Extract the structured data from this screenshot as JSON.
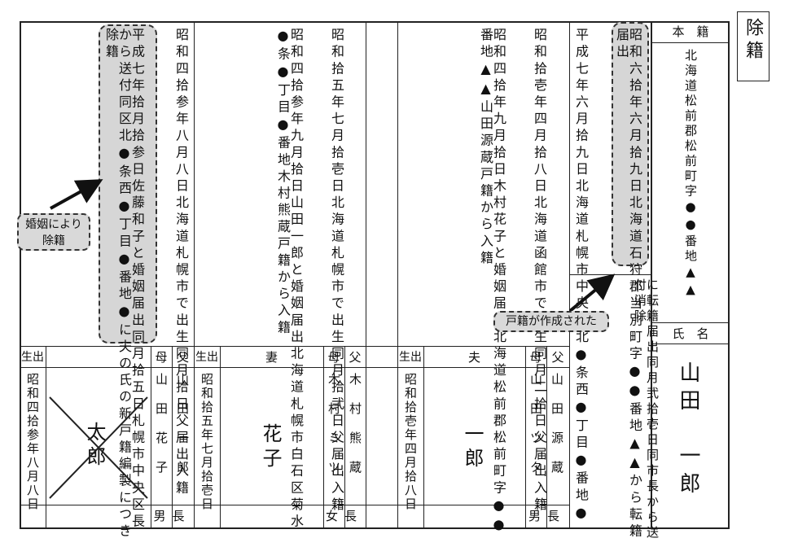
{
  "header": {
    "stamp": "除籍"
  },
  "honseki": {
    "label": "本　籍",
    "value": "北海道松前郡松前町字●●番地▲▲",
    "note": "に転籍届出同月弐拾壱日同市長から送付消除"
  },
  "name_section": {
    "label": "氏　名",
    "value": "山田　一郎"
  },
  "entries": {
    "taro": {
      "col1": "昭和四拾参年八月八日北海道札幌市で出生同月拾日父届出入籍",
      "col2": "平成七年拾月拾参日佐藤和子と婚姻届出同月拾五日札幌市中央区長から送付同区北●条西●丁目●番地●に夫の氏の新戸籍編製につき除籍"
    },
    "hanako": {
      "col1": "昭和拾五年七月拾壱日北海道札幌市で出生同月拾弐日父届出入籍",
      "col2": "昭和四拾参年九月拾日山田一郎と婚姻届出北海道札幌市白石区菊水●条●丁目●番地木村熊蔵戸籍から入籍"
    },
    "ichiro": {
      "col1": "昭和拾壱年四月拾八日北海道函館市で出生同月二拾日父届出入籍",
      "col2": "昭和四拾年九月拾日木村花子と婚姻届出北海道松前郡松前町字●●番地▲▲山田源蔵戸籍から入籍"
    },
    "top_right": {
      "col1": "昭和六拾年六月拾九日北海道石狩郡当別町字●●番地▲▲から転籍届出",
      "col2": "平成七年六月拾九日北海道札幌市中央区北●条西●丁目●番地●"
    }
  },
  "persons": {
    "taro": {
      "label_birth": "生出",
      "label_mother": "母",
      "label_father": "父",
      "birth": "昭和四拾参年八月八日",
      "name": "太郎",
      "mother": "山田花子",
      "father": "山田一郎",
      "relation": "男長"
    },
    "hanako": {
      "label_birth": "生出",
      "label_role": "妻",
      "label_mother": "母",
      "label_father": "父",
      "birth": "昭和拾五年七月拾壱日",
      "name": "花子",
      "mother": "木村ミツ",
      "father": "木村熊蔵",
      "relation": "女長"
    },
    "ichiro": {
      "label_birth": "生出",
      "label_role": "夫",
      "label_mother": "母",
      "label_father": "父",
      "birth": "昭和拾壱年四月拾八日",
      "name": "一郎",
      "mother": "山田ツタ",
      "father": "山田源蔵",
      "relation": "男長"
    }
  },
  "callouts": {
    "marriage": "婚姻により除籍",
    "created": "戸籍が作成された"
  },
  "colors": {
    "line": "#222222",
    "highlight": "#d6d6d6",
    "callout_bg": "#d9d9d9"
  }
}
